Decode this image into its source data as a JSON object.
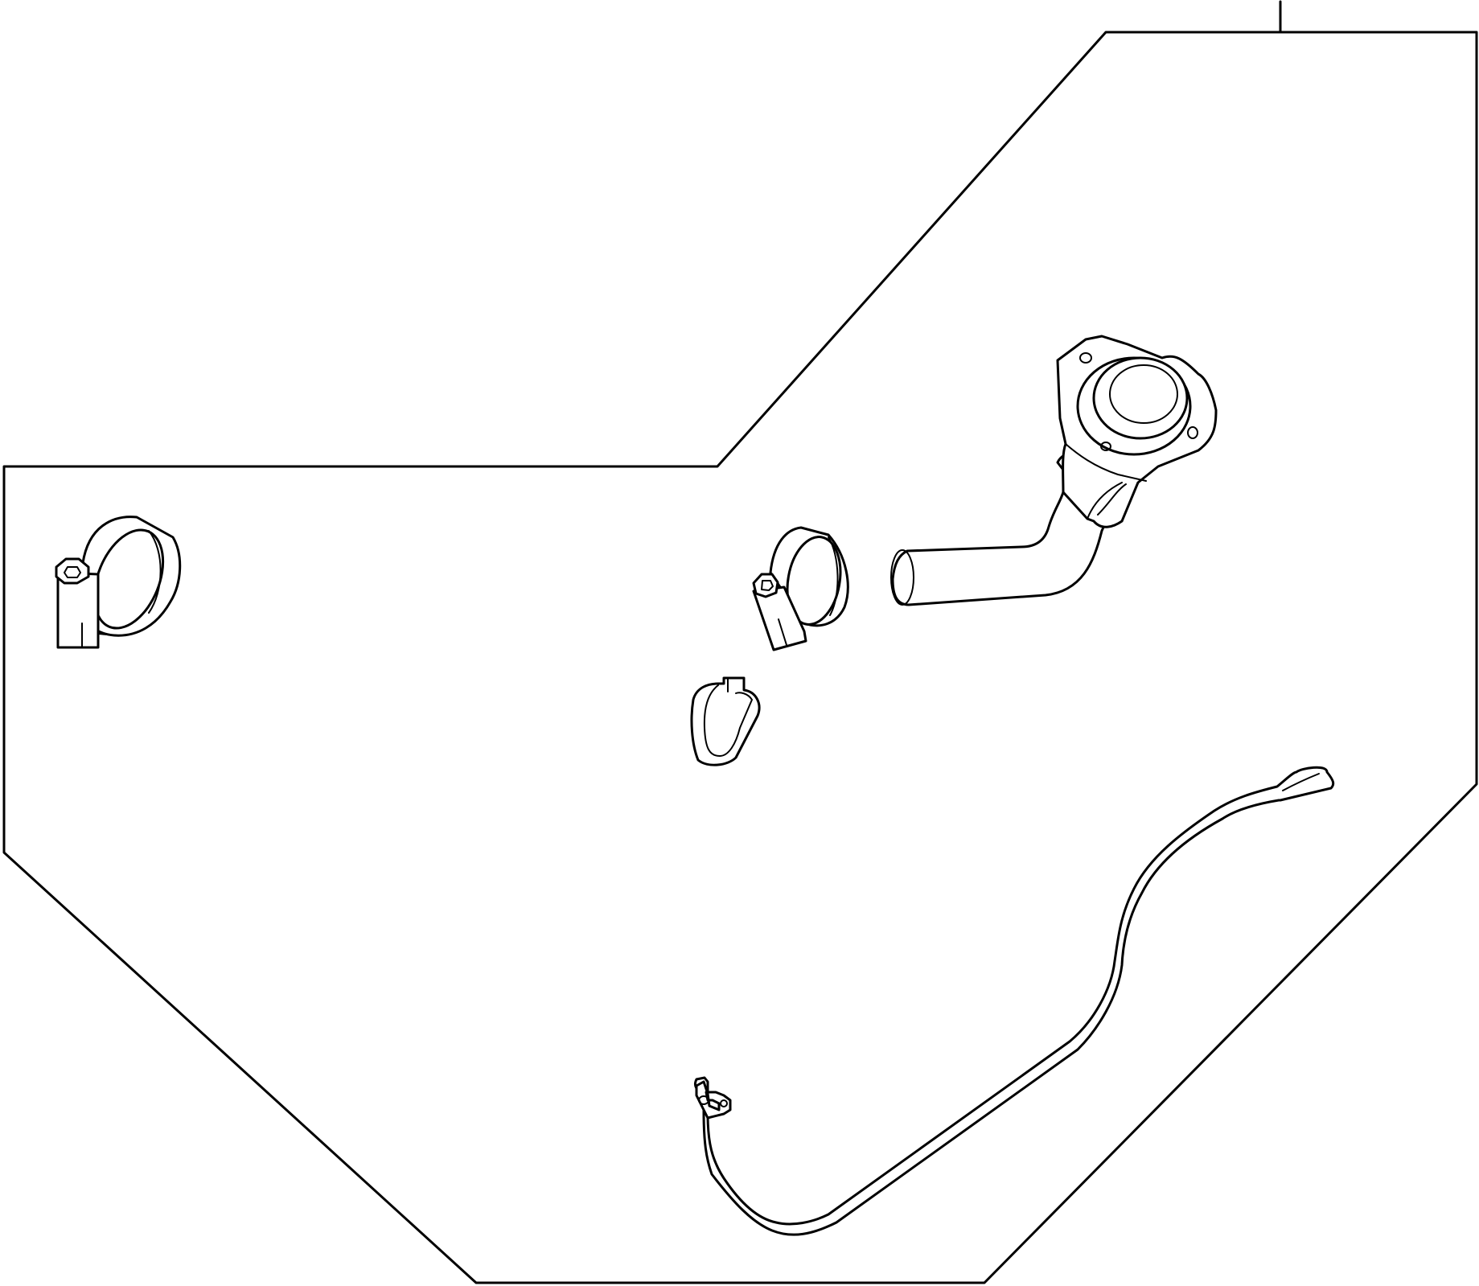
{
  "diagram": {
    "background_color": "#ffffff",
    "panel_fill": "#f8f8f8",
    "line_color": "#000000",
    "parts": [
      {
        "id": "hose-clamp-left",
        "icon": "hose-clamp-icon"
      },
      {
        "id": "hose-clamp-center",
        "icon": "hose-clamp-icon"
      },
      {
        "id": "filler-pipe",
        "icon": "filler-pipe-icon"
      },
      {
        "id": "retaining-clip",
        "icon": "clip-icon"
      },
      {
        "id": "vent-tube",
        "icon": "vent-tube-icon"
      }
    ]
  }
}
